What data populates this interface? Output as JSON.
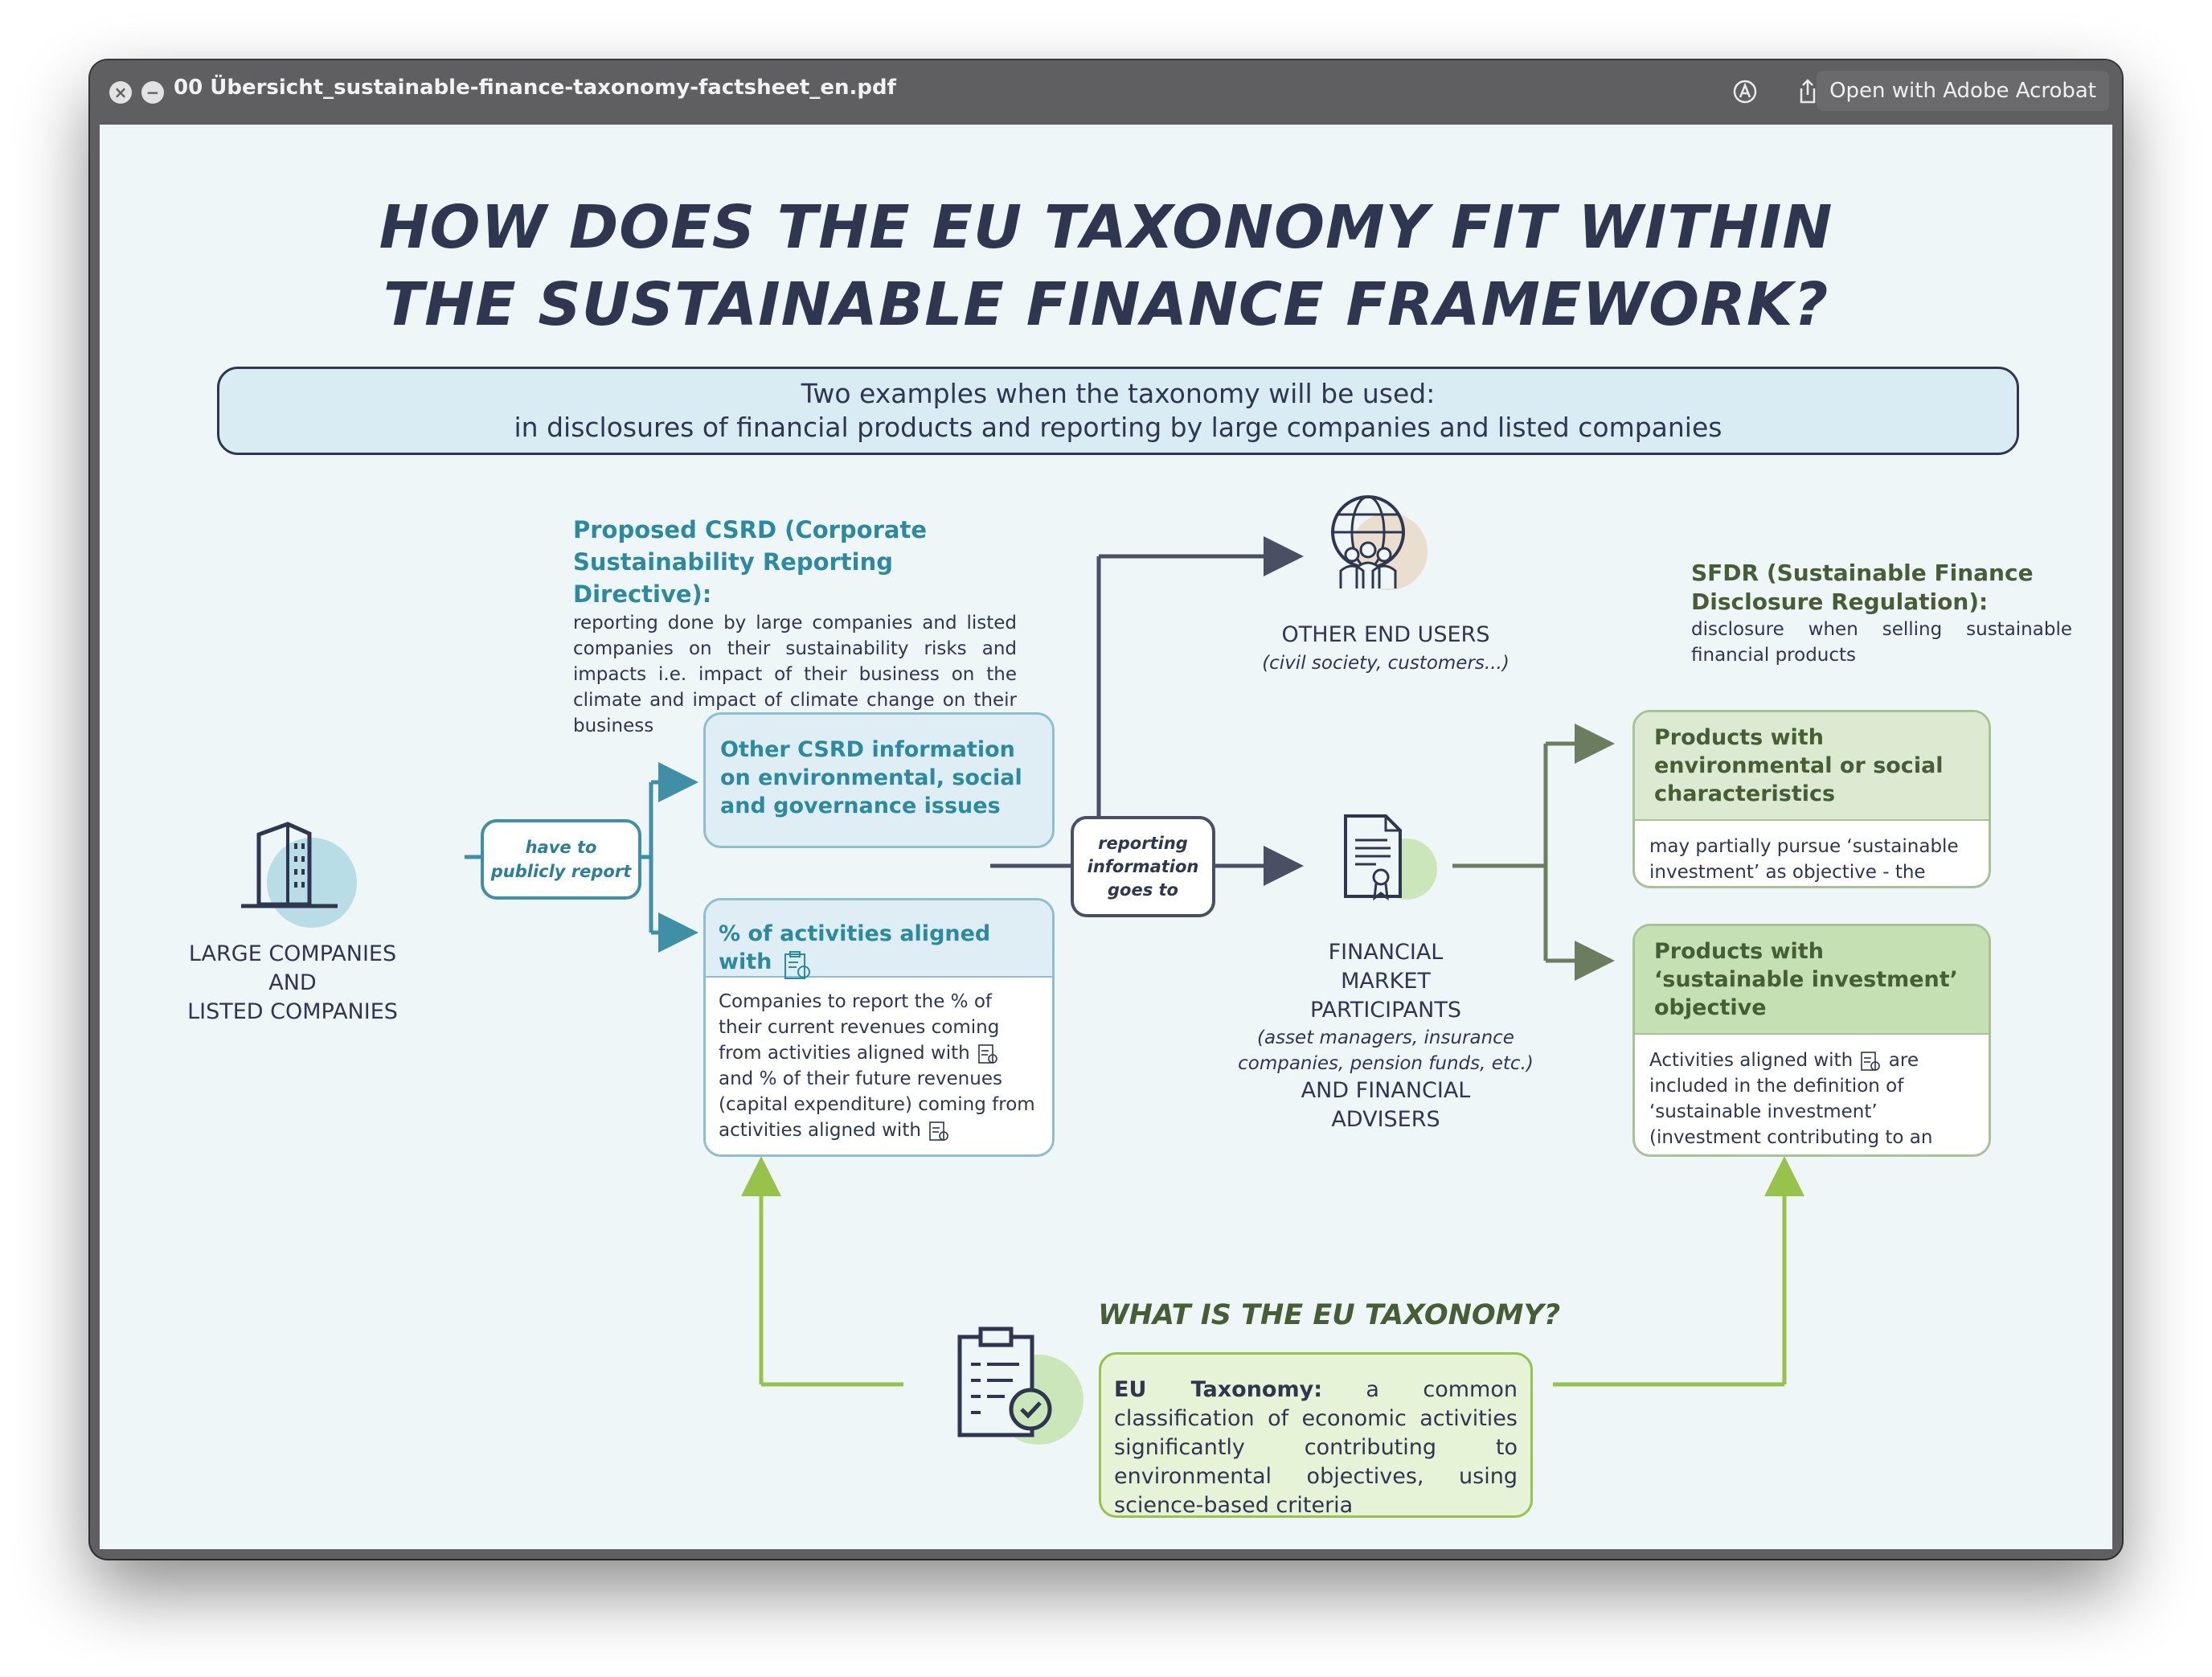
{
  "window": {
    "title": "00 Übersicht_sustainable-finance-taxonomy-factsheet_en.pdf",
    "open_button": "Open with Adobe Acrobat",
    "icons": [
      "close-icon",
      "minimize-icon",
      "markup-icon",
      "share-icon"
    ]
  },
  "doc": {
    "title_line1": "HOW DOES THE EU TAXONOMY FIT WITHIN",
    "title_line2": "THE SUSTAINABLE FINANCE FRAMEWORK?",
    "banner_line1": "Two examples when the taxonomy will be used:",
    "banner_line2": "in disclosures of financial products and reporting by large companies and listed companies",
    "csrd": {
      "heading": "Proposed CSRD (Corporate Sustainability Reporting Directive):",
      "text": "reporting done by large companies and listed companies on their sustainability risks and impacts i.e. impact of their business on the climate and impact of climate change on their business"
    },
    "companies_label_1": "LARGE COMPANIES",
    "companies_label_2": "AND",
    "companies_label_3": "LISTED COMPANIES",
    "publicly_report_1": "have to",
    "publicly_report_2": "publicly report",
    "other_csrd": "Other CSRD information on environmental, social and governance issues",
    "activities_head": "% of activities aligned with",
    "activities_body_1": "Companies to report the % of their current revenues coming from activities aligned with",
    "activities_body_2": "and % of their future revenues (capital expenditure) coming from activities aligned with",
    "reporting_1": "reporting",
    "reporting_2": "information",
    "reporting_3": "goes to",
    "end_users": "OTHER END USERS",
    "end_users_sub": "(civil society, customers...)",
    "fmp_1": "FINANCIAL",
    "fmp_2": "MARKET",
    "fmp_3": "PARTICIPANTS",
    "fmp_sub": "(asset managers, insurance companies, pension funds, etc.)",
    "fmp_4": "AND FINANCIAL",
    "fmp_5": "ADVISERS",
    "sfdr": {
      "heading": "SFDR (Sustainable Finance Disclosure Regulation):",
      "text": "disclosure when selling sustainable financial products"
    },
    "prod_env_head": "Products with environmental or social characteristics",
    "prod_env_body": "may partially pursue ‘sustainable investment’ as objective - the ‘light green’ products’",
    "prod_sust_head": "Products with ‘sustainable investment’ objective",
    "prod_sust_body_1": "Activities aligned with",
    "prod_sust_body_2": "are included in the definition of ‘sustainable investment’ (investment contributing to an environmental or social objective)",
    "taxonomy_heading": "WHAT IS THE EU TAXONOMY?",
    "taxonomy_bold": "EU Taxonomy:",
    "taxonomy_text": "a common classification of economic activities significantly contributing to environmental objectives, using science-based criteria"
  },
  "colors": {
    "navy": "#2f3650",
    "teal": "#2b8aa0",
    "olive": "#475d35",
    "lime": "#97c34b",
    "light_blue": "#deeef4",
    "light_green": "#e7f3d6"
  }
}
